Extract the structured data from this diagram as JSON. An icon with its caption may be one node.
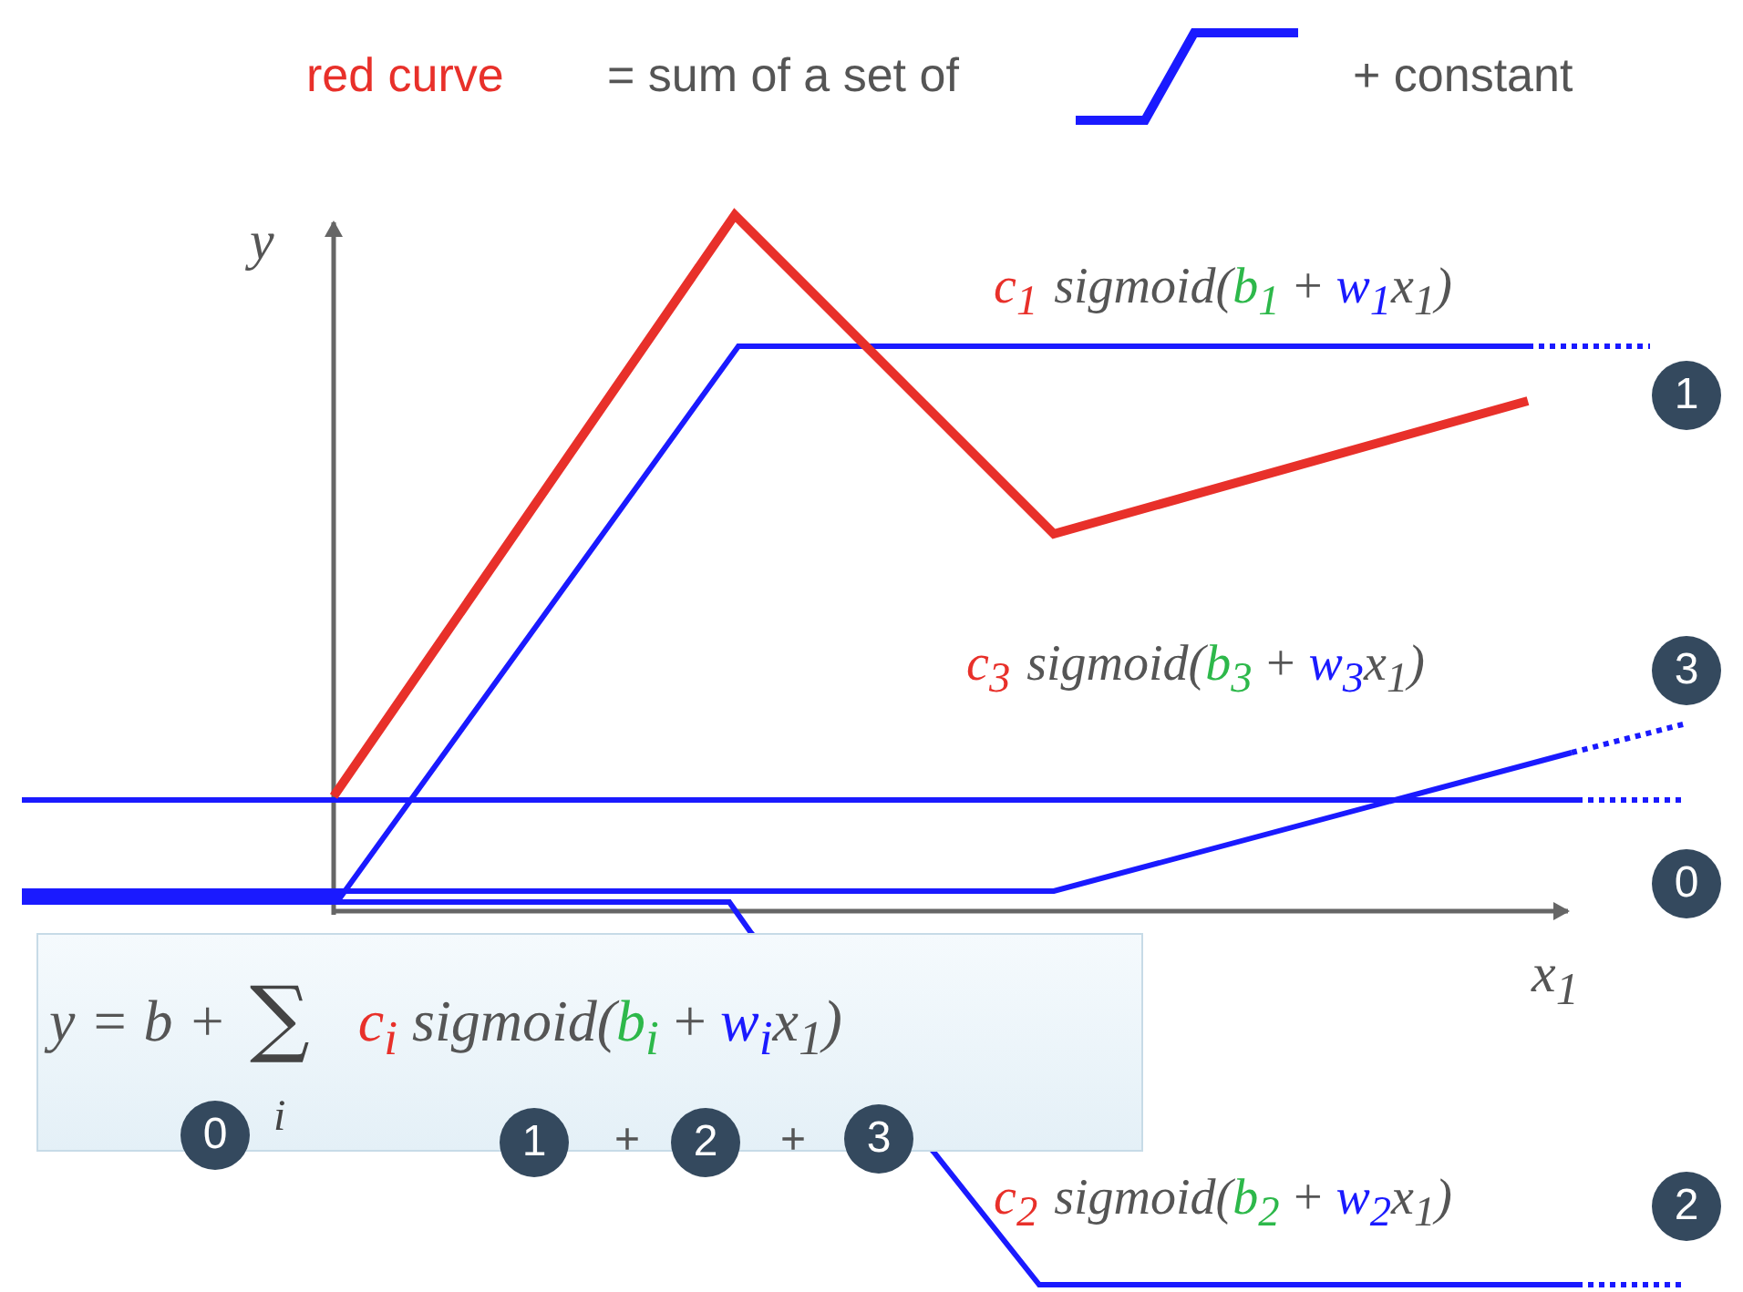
{
  "diagram": {
    "nodes": [
      {
        "text": [
          "1"
        ]
      },
      {
        "text": [
          "3"
        ]
      },
      {
        "text": [
          "0"
        ]
      },
      {
        "text": [
          "y = b +",
          "∑",
          "i",
          "c$_{i}$",
          "sigmoid(",
          "b$_{i}$",
          "+",
          "w$_{i}$",
          "x$_{1}$)"
        ]
      },
      {
        "text": [
          "0"
        ],
        "in": 3
      },
      {
        "text": [
          "1"
        ]
      },
      {
        "text": [
          "2"
        ]
      },
      {
        "text": [
          "3"
        ]
      },
      {
        "text": [
          "2"
        ]
      }
    ],
    "labels": [
      "red curve",
      "= sum of a set of",
      "+ constant",
      "y",
      "c$_{1}$",
      "sigmoid(",
      "b$_{1}$",
      "+",
      "w$_{1}$",
      "x$_{1}$)",
      "c$_{3}$",
      "sigmoid(",
      "b$_{3}$",
      "+",
      "w$_{3}$",
      "x$_{1}$)",
      "x$_{1}$",
      "+",
      "+",
      "c$_{2}$",
      "sigmoid(",
      "b$_{2}$",
      "+",
      "w$_{2}$",
      "x$_{1}$)"
    ]
  }
}
